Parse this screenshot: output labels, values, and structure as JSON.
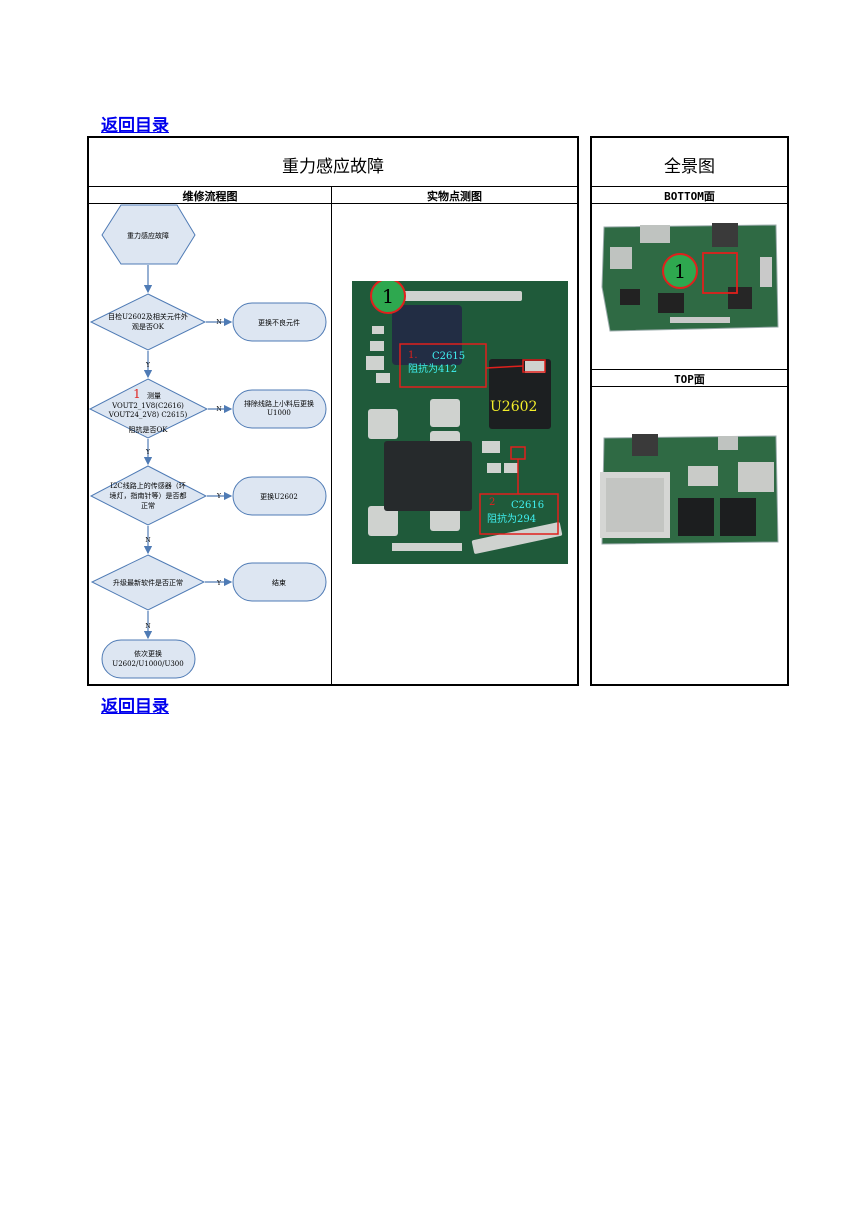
{
  "links": {
    "top": "返回目录",
    "bottom": "返回目录"
  },
  "table": {
    "title_left": "重力感应故障",
    "title_right": "全景图",
    "col_flow": "维修流程图",
    "col_photo": "实物点测图",
    "col_bottom": "BOTTOM面",
    "col_top": "TOP面"
  },
  "flowchart": {
    "start": "重力感应故障",
    "d1": [
      "目检U2602及相关元件外",
      "观是否OK"
    ],
    "d1_no": "N",
    "d1_yes": "Y",
    "r1": "更换不良元件",
    "d2_num": "1",
    "d2": [
      "测量",
      "VOUT2_1V8(C2616)",
      "VOUT24_2V8) C2615)",
      "阻抗是否OK"
    ],
    "d2_no": "N",
    "d2_yes": "Y",
    "r2": [
      "排除线路上小料后更换",
      "U1000"
    ],
    "d3": [
      "I2C线路上的传感器（环",
      "境灯，指南针等）是否都",
      "正常"
    ],
    "d3_yes": "Y",
    "d3_no": "N",
    "r3": "更换U2602",
    "d4": "升级最新软件是否正常",
    "d4_yes": "Y",
    "d4_no": "N",
    "r4": "结束",
    "end": [
      "依次更换",
      "U2602/U1000/U300"
    ]
  },
  "photo": {
    "marker": "1",
    "box1_num": "1.",
    "box1_label": "C2615",
    "box1_value": "阻抗为412",
    "chip_label": "U2602",
    "box2_num": "2",
    "box2_label": "C2616",
    "box2_value": "阻抗为294"
  },
  "panorama": {
    "marker": "1"
  },
  "colors": {
    "link": "#0000ee",
    "flow_fill": "#dde6f2",
    "flow_stroke": "#4f7bb5",
    "pcb": "#1f5a3a",
    "marker_green": "#2ea84f",
    "marker_red": "#e0201c",
    "annot_cyan": "#3ff0f0",
    "chip_yellow": "#f3ee2a"
  }
}
